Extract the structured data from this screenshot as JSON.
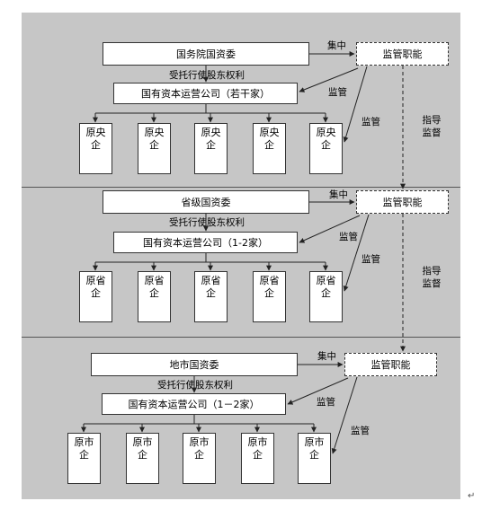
{
  "tiers": [
    {
      "top_label": "国务院国资委",
      "centralize": "集中",
      "supervision_function": "监管职能",
      "entrusted_rights": "受托行使股东权利",
      "company": "国有资本运营公司（若干家）",
      "supervise_company": "监管",
      "supervise_enterprises": "监管",
      "guide": "指导\n监督",
      "enterprises": [
        "原央\n企",
        "原央\n企",
        "原央\n企",
        "原央\n企",
        "原央\n企"
      ]
    },
    {
      "top_label": "省级国资委",
      "centralize": "集中",
      "supervision_function": "监管职能",
      "entrusted_rights": "受托行使股东权利",
      "company": "国有资本运营公司（1-2家）",
      "supervise_company": "监管",
      "supervise_enterprises": "监管",
      "guide": "指导\n监督",
      "enterprises": [
        "原省\n企",
        "原省\n企",
        "原省\n企",
        "原省\n企",
        "原省\n企"
      ]
    },
    {
      "top_label": "地市国资委",
      "centralize": "集中",
      "supervision_function": "监管职能",
      "entrusted_rights": "受托行使股东权利",
      "company": "国有资本运营公司（1－2家）",
      "supervise_company": "监管",
      "supervise_enterprises": "监管",
      "enterprises": [
        "原市\n企",
        "原市\n企",
        "原市\n企",
        "原市\n企",
        "原市\n企"
      ]
    }
  ],
  "colors": {
    "background": "#c6c6c6",
    "box_fill": "#ffffff",
    "line": "#333333"
  },
  "paragraph_mark": "↵"
}
